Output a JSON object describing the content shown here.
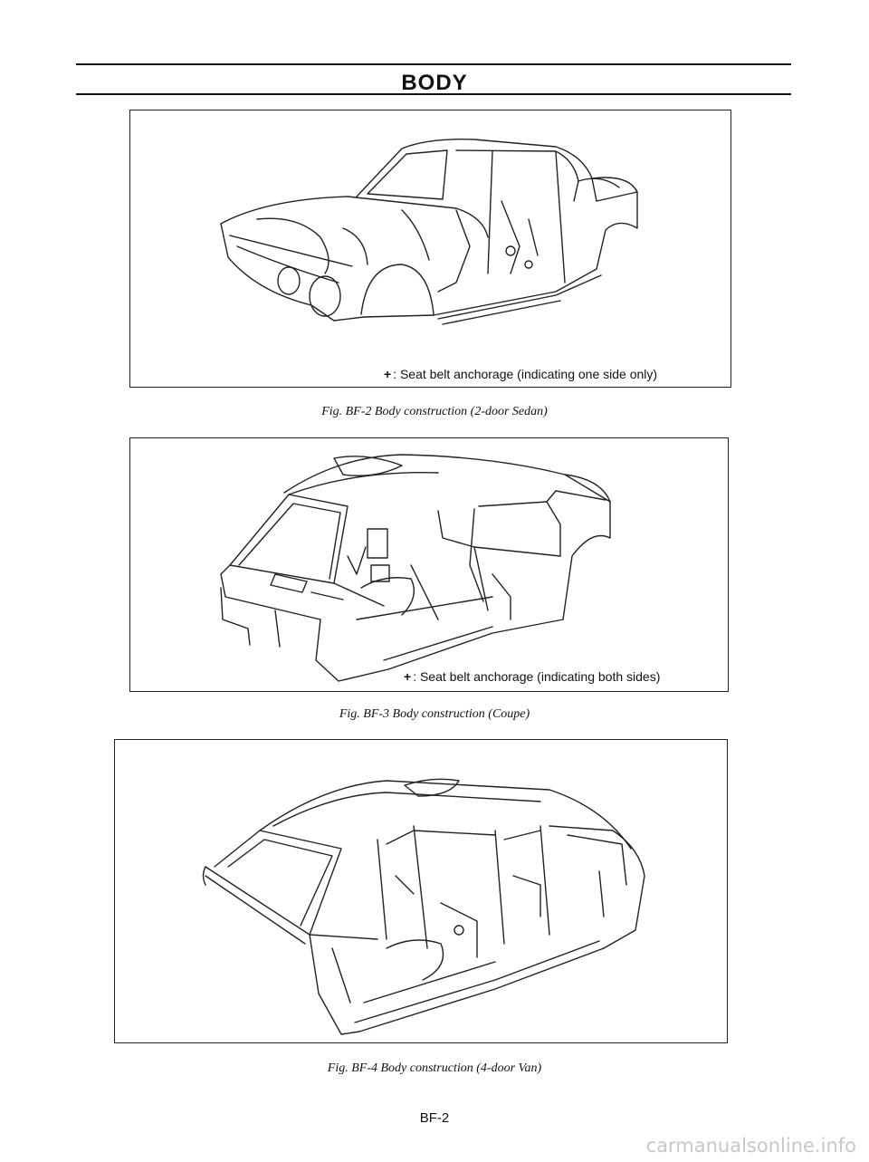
{
  "header": {
    "title": "BODY"
  },
  "figures": [
    {
      "note_mark": "+",
      "note_text": ": Seat belt anchorage (indicating one side only)",
      "caption": "Fig. BF-2 Body construction (2-door Sedan)"
    },
    {
      "note_mark": "+",
      "note_text": ": Seat belt anchorage (indicating both sides)",
      "caption": "Fig. BF-3 Body construction (Coupe)"
    },
    {
      "caption": "Fig. BF-4 Body construction (4-door Van)"
    }
  ],
  "footer": {
    "page_number": "BF-2"
  },
  "watermark": "carmanualsonline.info"
}
